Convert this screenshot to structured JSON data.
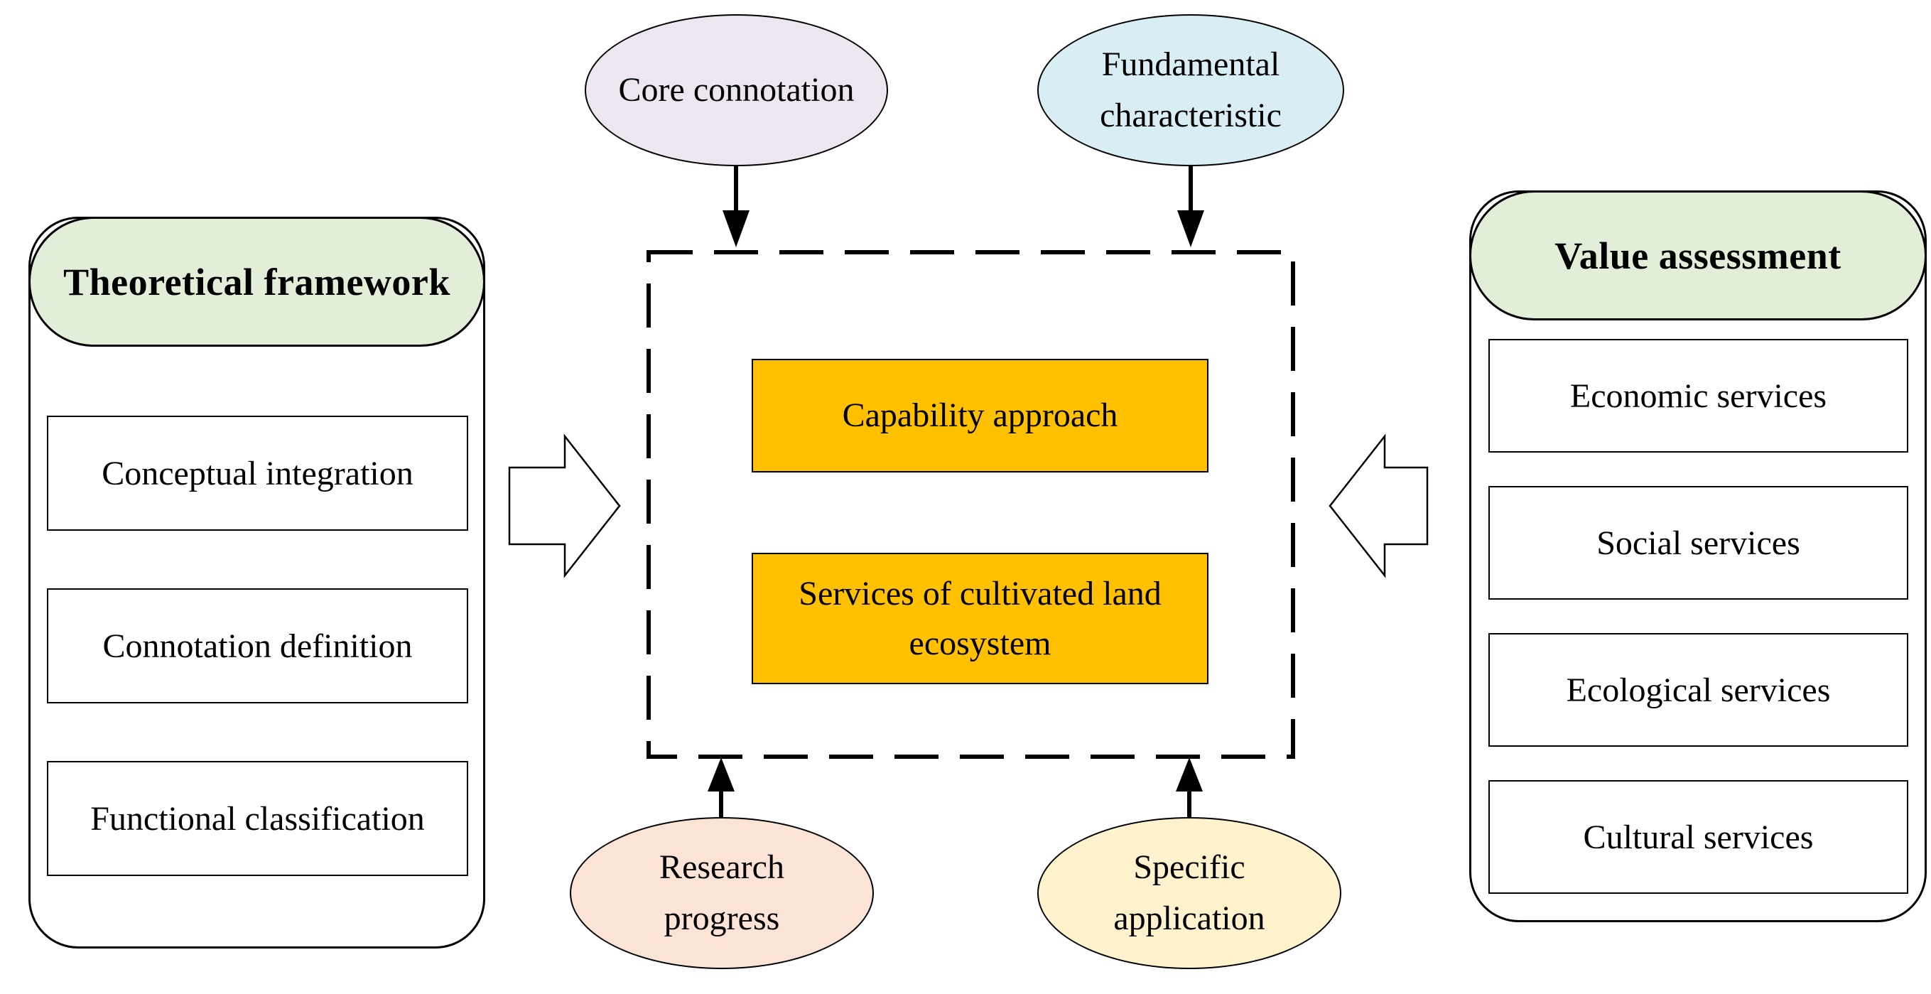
{
  "theoretical_framework": {
    "title": "Theoretical framework",
    "items": [
      "Conceptual integration",
      "Connotation definition",
      "Functional classification"
    ]
  },
  "value_assessment": {
    "title": "Value assessment",
    "items": [
      "Economic services",
      "Social services",
      "Ecological services",
      "Cultural services"
    ]
  },
  "center": {
    "boxes": [
      "Capability approach",
      "Services of cultivated land ecosystem"
    ]
  },
  "ellipses": {
    "core_connotation": "Core connotation",
    "fundamental_characteristic": "Fundamental characteristic",
    "research_progress": "Research progress",
    "specific_application": "Specific application"
  },
  "colors": {
    "core_boxes": "#ffc000",
    "panel_headers": "#e2eed7",
    "core_connotation": "#ede6f1",
    "fundamental_characteristic": "#d8eef4",
    "research_progress": "#fbe3d5",
    "specific_application": "#fff2cc"
  }
}
